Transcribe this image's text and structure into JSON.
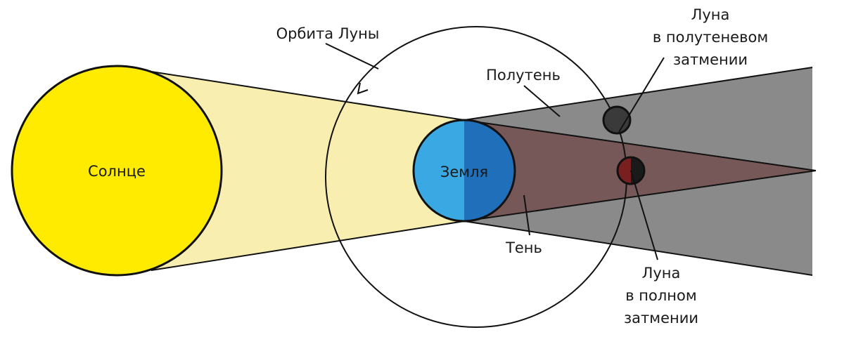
{
  "labels": {
    "sun": "Солнце",
    "earth": "Земля",
    "moon_orbit": "Орбита Луны",
    "penumbra": "Полутень",
    "umbra": "Тень",
    "penumbral_moon": [
      "Луна",
      "в полутеневом",
      "затмении"
    ],
    "total_moon": [
      "Луна",
      "в полном",
      "затмении"
    ]
  },
  "colors": {
    "sun": "#ffeb00",
    "sunlight_beam": "#f8eeb0",
    "earth_light": "#3aa9e3",
    "earth_dark": "#1f6fba",
    "penumbra": "#8a8a8a",
    "umbra": "#755857",
    "moon_penumbral": "#3a3a3a",
    "moon_total": "#7a1f1f",
    "outline": "#111111"
  }
}
